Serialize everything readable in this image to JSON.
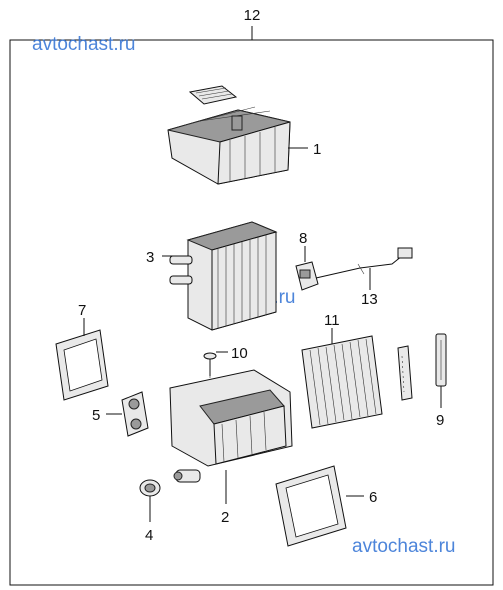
{
  "watermark": "avtochast.ru",
  "callouts": {
    "c1": "1",
    "c2": "2",
    "c3": "3",
    "c4": "4",
    "c5": "5",
    "c6": "6",
    "c7": "7",
    "c8": "8",
    "c9": "9",
    "c10": "10",
    "c11": "11",
    "c12": "12",
    "c13": "13"
  }
}
